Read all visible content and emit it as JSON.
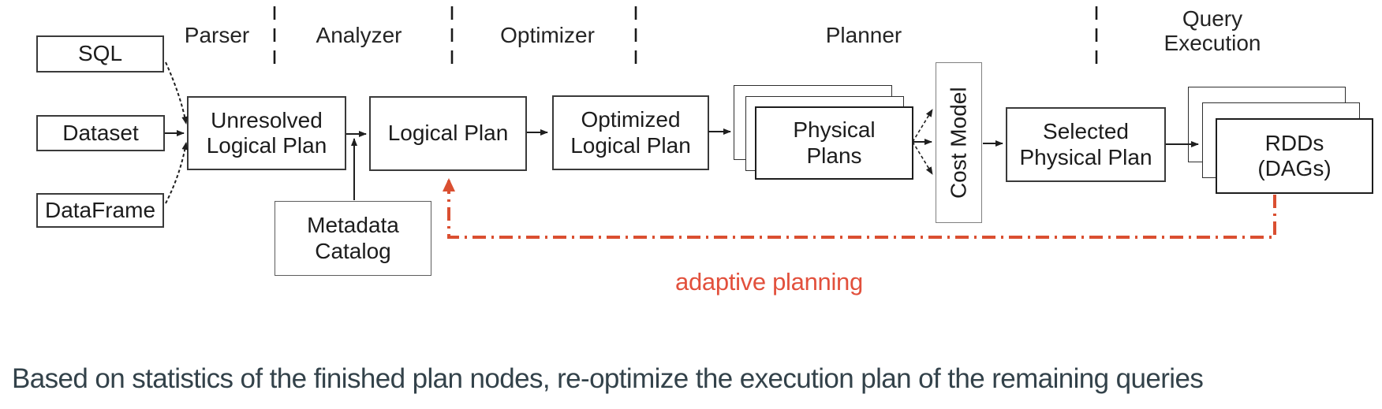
{
  "stage_labels": [
    {
      "label": "Parser"
    },
    {
      "label": "Analyzer"
    },
    {
      "label": "Optimizer"
    },
    {
      "label": "Planner"
    },
    {
      "label": "Query\nExecution"
    }
  ],
  "nodes": {
    "sql": {
      "label": "SQL"
    },
    "dataset": {
      "label": "Dataset"
    },
    "dataframe": {
      "label": "DataFrame"
    },
    "unresolved_logical_plan": {
      "label": "Unresolved\nLogical Plan"
    },
    "logical_plan": {
      "label": "Logical Plan"
    },
    "metadata_catalog": {
      "label": "Metadata\nCatalog"
    },
    "optimized_logical_plan": {
      "label": "Optimized\nLogical Plan"
    },
    "physical_plans": {
      "label": "Physical\nPlans"
    },
    "cost_model": {
      "label": "Cost Model"
    },
    "selected_physical_plan": {
      "label": "Selected\nPhysical Plan"
    },
    "rdds": {
      "label": "RDDs\n(DAGs)"
    }
  },
  "annotations": {
    "adaptive_planning": "adaptive planning",
    "caption": "Based on statistics of the finished plan nodes, re-optimize the execution plan of the remaining queries"
  },
  "colors": {
    "feedback_red": "#da4f31",
    "adaptive_text_red": "#e2503c",
    "caption_color": "#33424a",
    "line_color": "#1f1f1f"
  }
}
